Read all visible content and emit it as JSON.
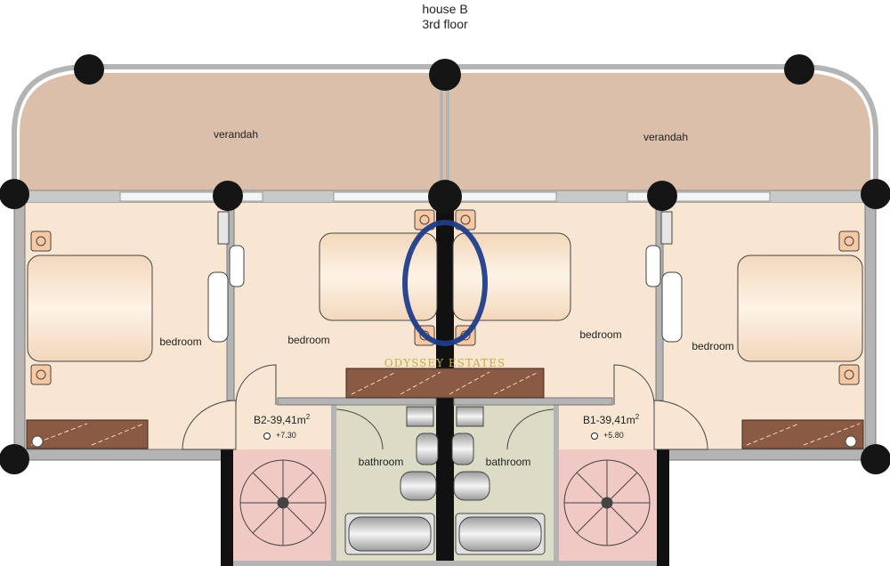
{
  "header": {
    "title_line1": "house B",
    "title_line2": "3rd floor"
  },
  "rooms": {
    "verandah_left": "verandah",
    "verandah_right": "verandah",
    "bedroom_1": "bedroom",
    "bedroom_2": "bedroom",
    "bedroom_3": "bedroom",
    "bedroom_4": "bedroom",
    "bathroom_left": "bathroom",
    "bathroom_right": "bathroom"
  },
  "units": {
    "b2": {
      "name": "B2-39,41m",
      "sup": "2",
      "level": "+7.30"
    },
    "b1": {
      "name": "B1-39,41m",
      "sup": "2",
      "level": "+5.80"
    }
  },
  "watermark": {
    "text": "ODYSSEY ESTATES"
  },
  "colors": {
    "verandah": "#dbbfaa",
    "room": "#f8e6d3",
    "bathroom": "#dcdcc6",
    "stair": "#f0c9c4",
    "wall": "#b4b4b4",
    "column": "#151515",
    "furniture": "#8a5a45",
    "logo": "#1f3d8a"
  }
}
